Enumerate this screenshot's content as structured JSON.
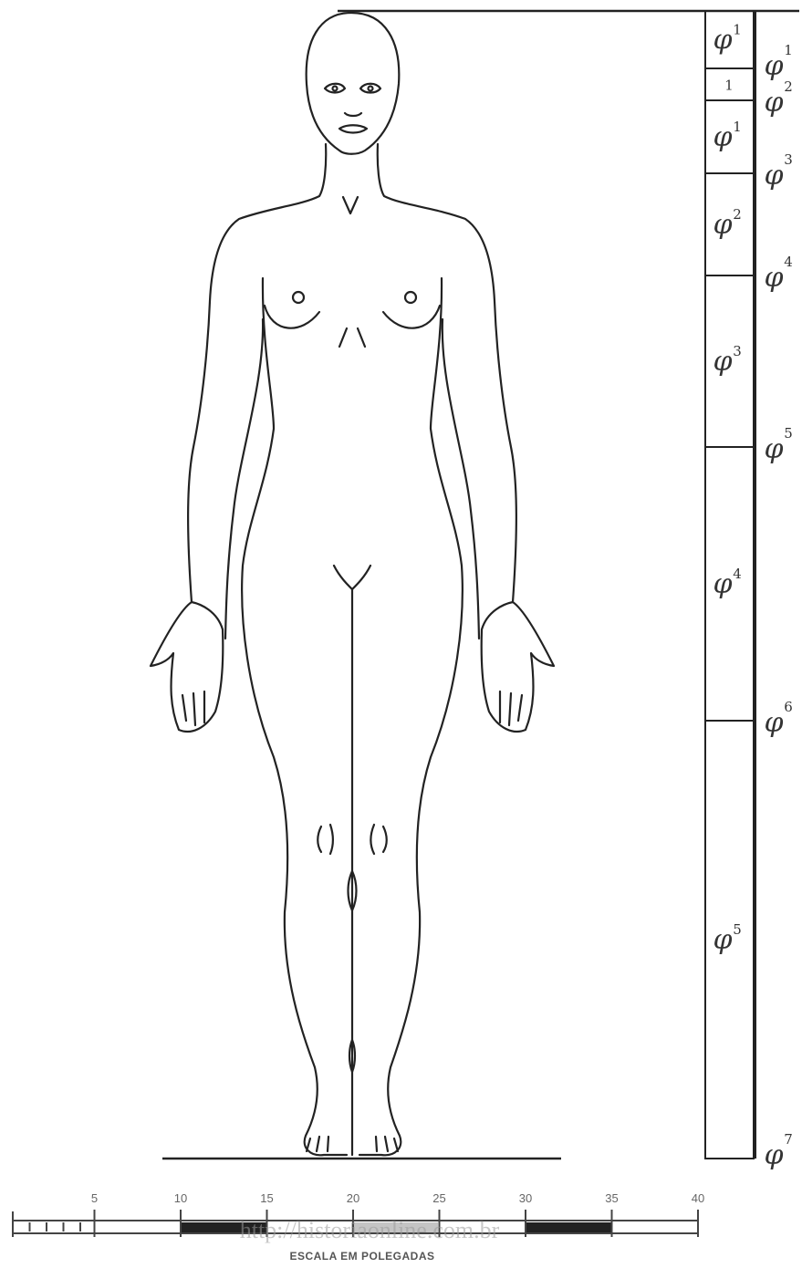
{
  "ruler_left": {
    "segments": [
      {
        "symbol": "φ",
        "index": "1"
      },
      {
        "symbol": "",
        "index": "1"
      },
      {
        "symbol": "φ",
        "index": "1"
      },
      {
        "symbol": "φ",
        "index": "2"
      },
      {
        "symbol": "φ",
        "index": "3"
      },
      {
        "symbol": "φ",
        "index": "4"
      },
      {
        "symbol": "φ",
        "index": "5"
      }
    ]
  },
  "ruler_right": {
    "marks": [
      {
        "symbol": "φ",
        "index": "1"
      },
      {
        "symbol": "φ",
        "index": "2"
      },
      {
        "symbol": "φ",
        "index": "3"
      },
      {
        "symbol": "φ",
        "index": "4"
      },
      {
        "symbol": "φ",
        "index": "5"
      },
      {
        "symbol": "φ",
        "index": "6"
      },
      {
        "symbol": "φ",
        "index": "7"
      }
    ]
  },
  "scale": {
    "ticks": [
      "5",
      "10",
      "15",
      "20",
      "25",
      "30",
      "35",
      "40"
    ],
    "title": "ESCALA EM POLEGADAS"
  },
  "watermark": "http://historiaonline.com.br"
}
